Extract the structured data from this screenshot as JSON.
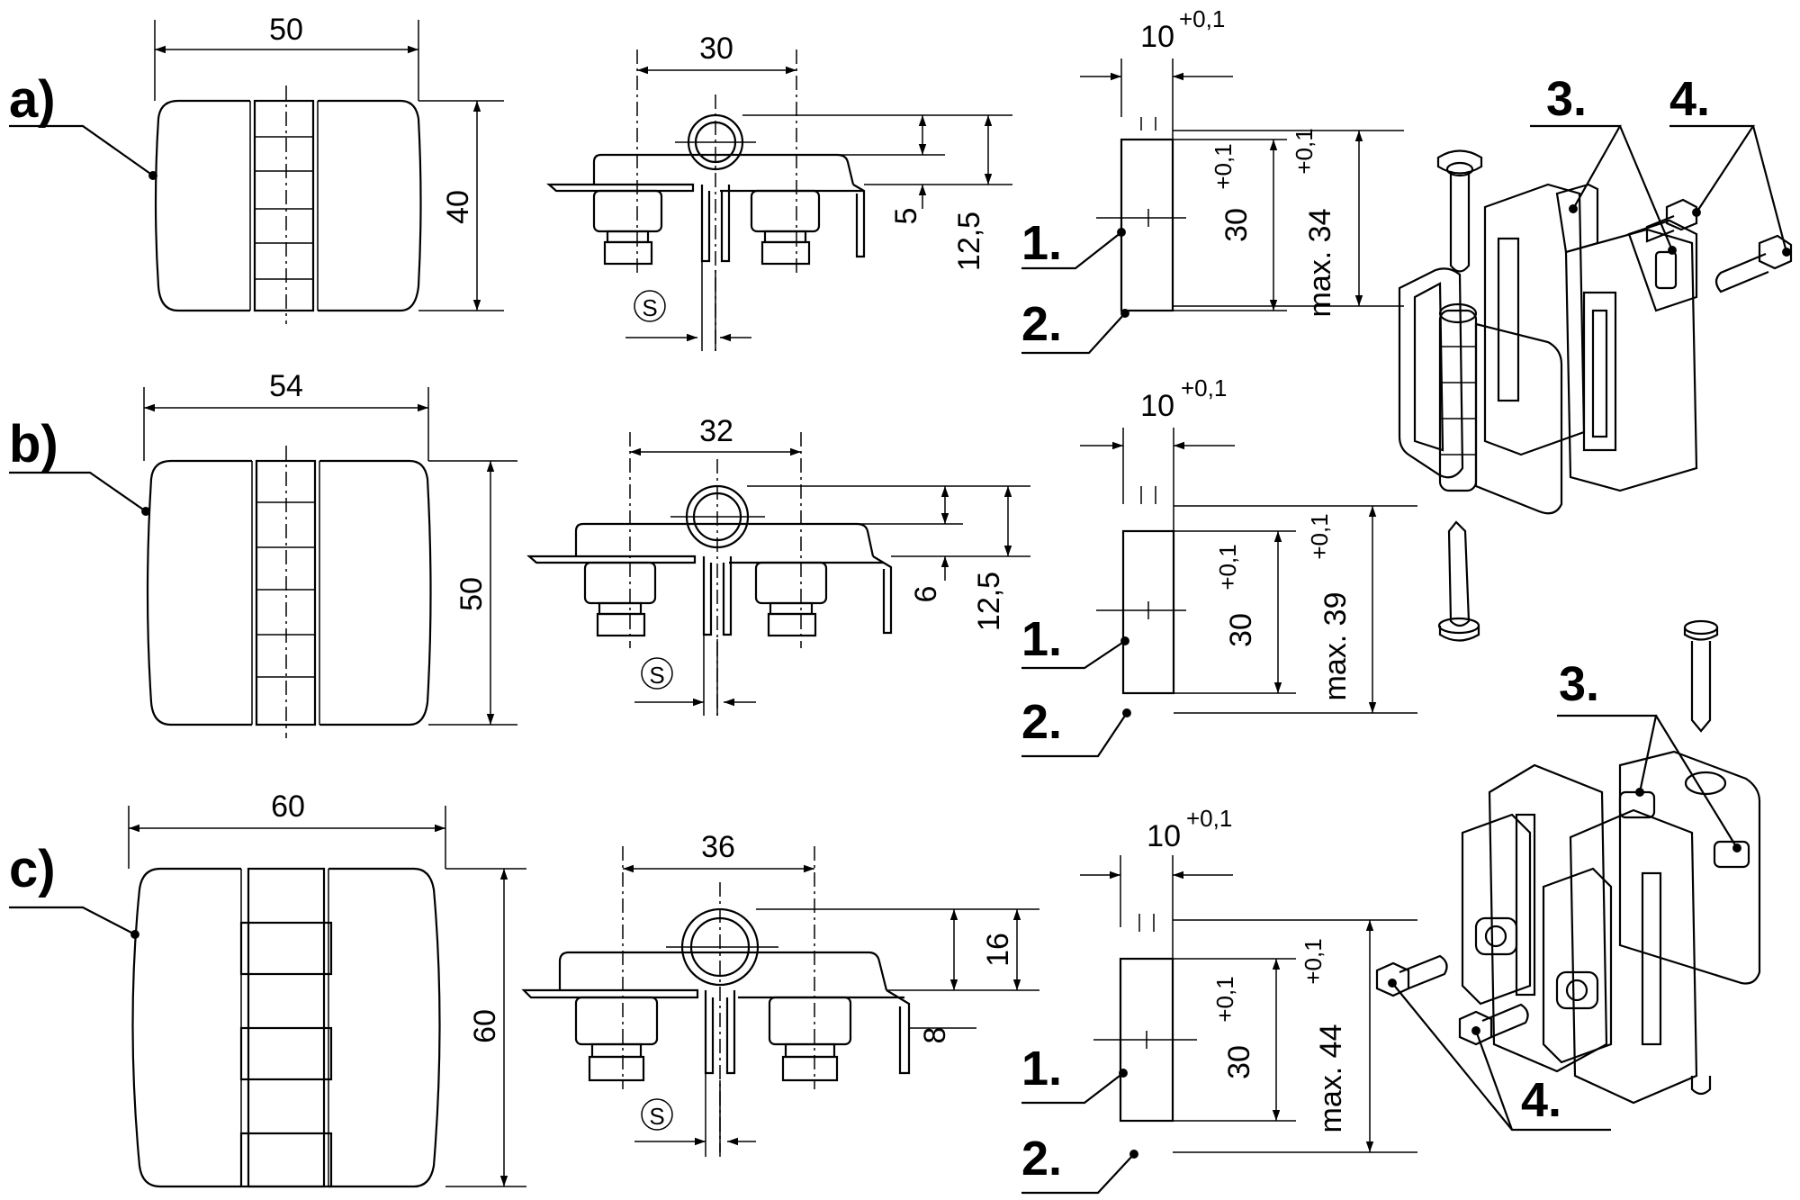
{
  "figure": {
    "rows": [
      {
        "label": "a)",
        "front": {
          "width": "50",
          "height": "40"
        },
        "section": {
          "spacing": "30",
          "depth_small": "5",
          "depth_total": "12,5"
        },
        "cutout": {
          "width": "10",
          "width_tol": "+0,1",
          "height": "30",
          "height_tol": "+0,1",
          "max_label": "max. 34",
          "max_tol": "+0,1",
          "note_1": "1.",
          "note_2": "2."
        }
      },
      {
        "label": "b)",
        "front": {
          "width": "54",
          "height": "50"
        },
        "section": {
          "spacing": "32",
          "depth_small": "6",
          "depth_total": "12,5"
        },
        "cutout": {
          "width": "10",
          "width_tol": "+0,1",
          "height": "30",
          "height_tol": "+0,1",
          "max_label": "max. 39",
          "max_tol": "+0,1",
          "note_1": "1.",
          "note_2": "2."
        }
      },
      {
        "label": "c)",
        "front": {
          "width": "60",
          "height": "60"
        },
        "section": {
          "spacing": "36",
          "depth_small": "8",
          "depth_total": "16"
        },
        "cutout": {
          "width": "10",
          "width_tol": "+0,1",
          "height": "30",
          "height_tol": "+0,1",
          "max_label": "max. 44",
          "max_tol": "+0,1",
          "note_1": "1.",
          "note_2": "2."
        }
      }
    ],
    "symbol_s": "S",
    "callouts_top": {
      "c3": "3.",
      "c4": "4."
    },
    "callouts_bottom": {
      "c3": "3.",
      "c4": "4."
    }
  }
}
